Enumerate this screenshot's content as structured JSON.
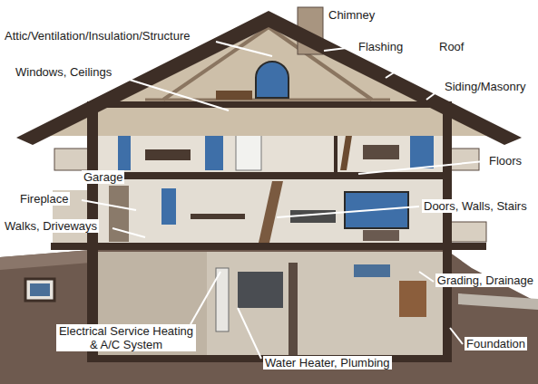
{
  "diagram": {
    "labels": [
      "Chimney",
      "Attic/Ventilation/Insulation/Structure",
      "Flashing",
      "Roof",
      "Windows, Ceilings",
      "Siding/Masonry",
      "Floors",
      "Garage",
      "Fireplace",
      "Walks, Driveways",
      "Doors, Walls, Stairs",
      "Grading, Drainage",
      "Electrical Service Heating & A/C System",
      "Foundation",
      "Water Heater, Plumbing"
    ]
  }
}
